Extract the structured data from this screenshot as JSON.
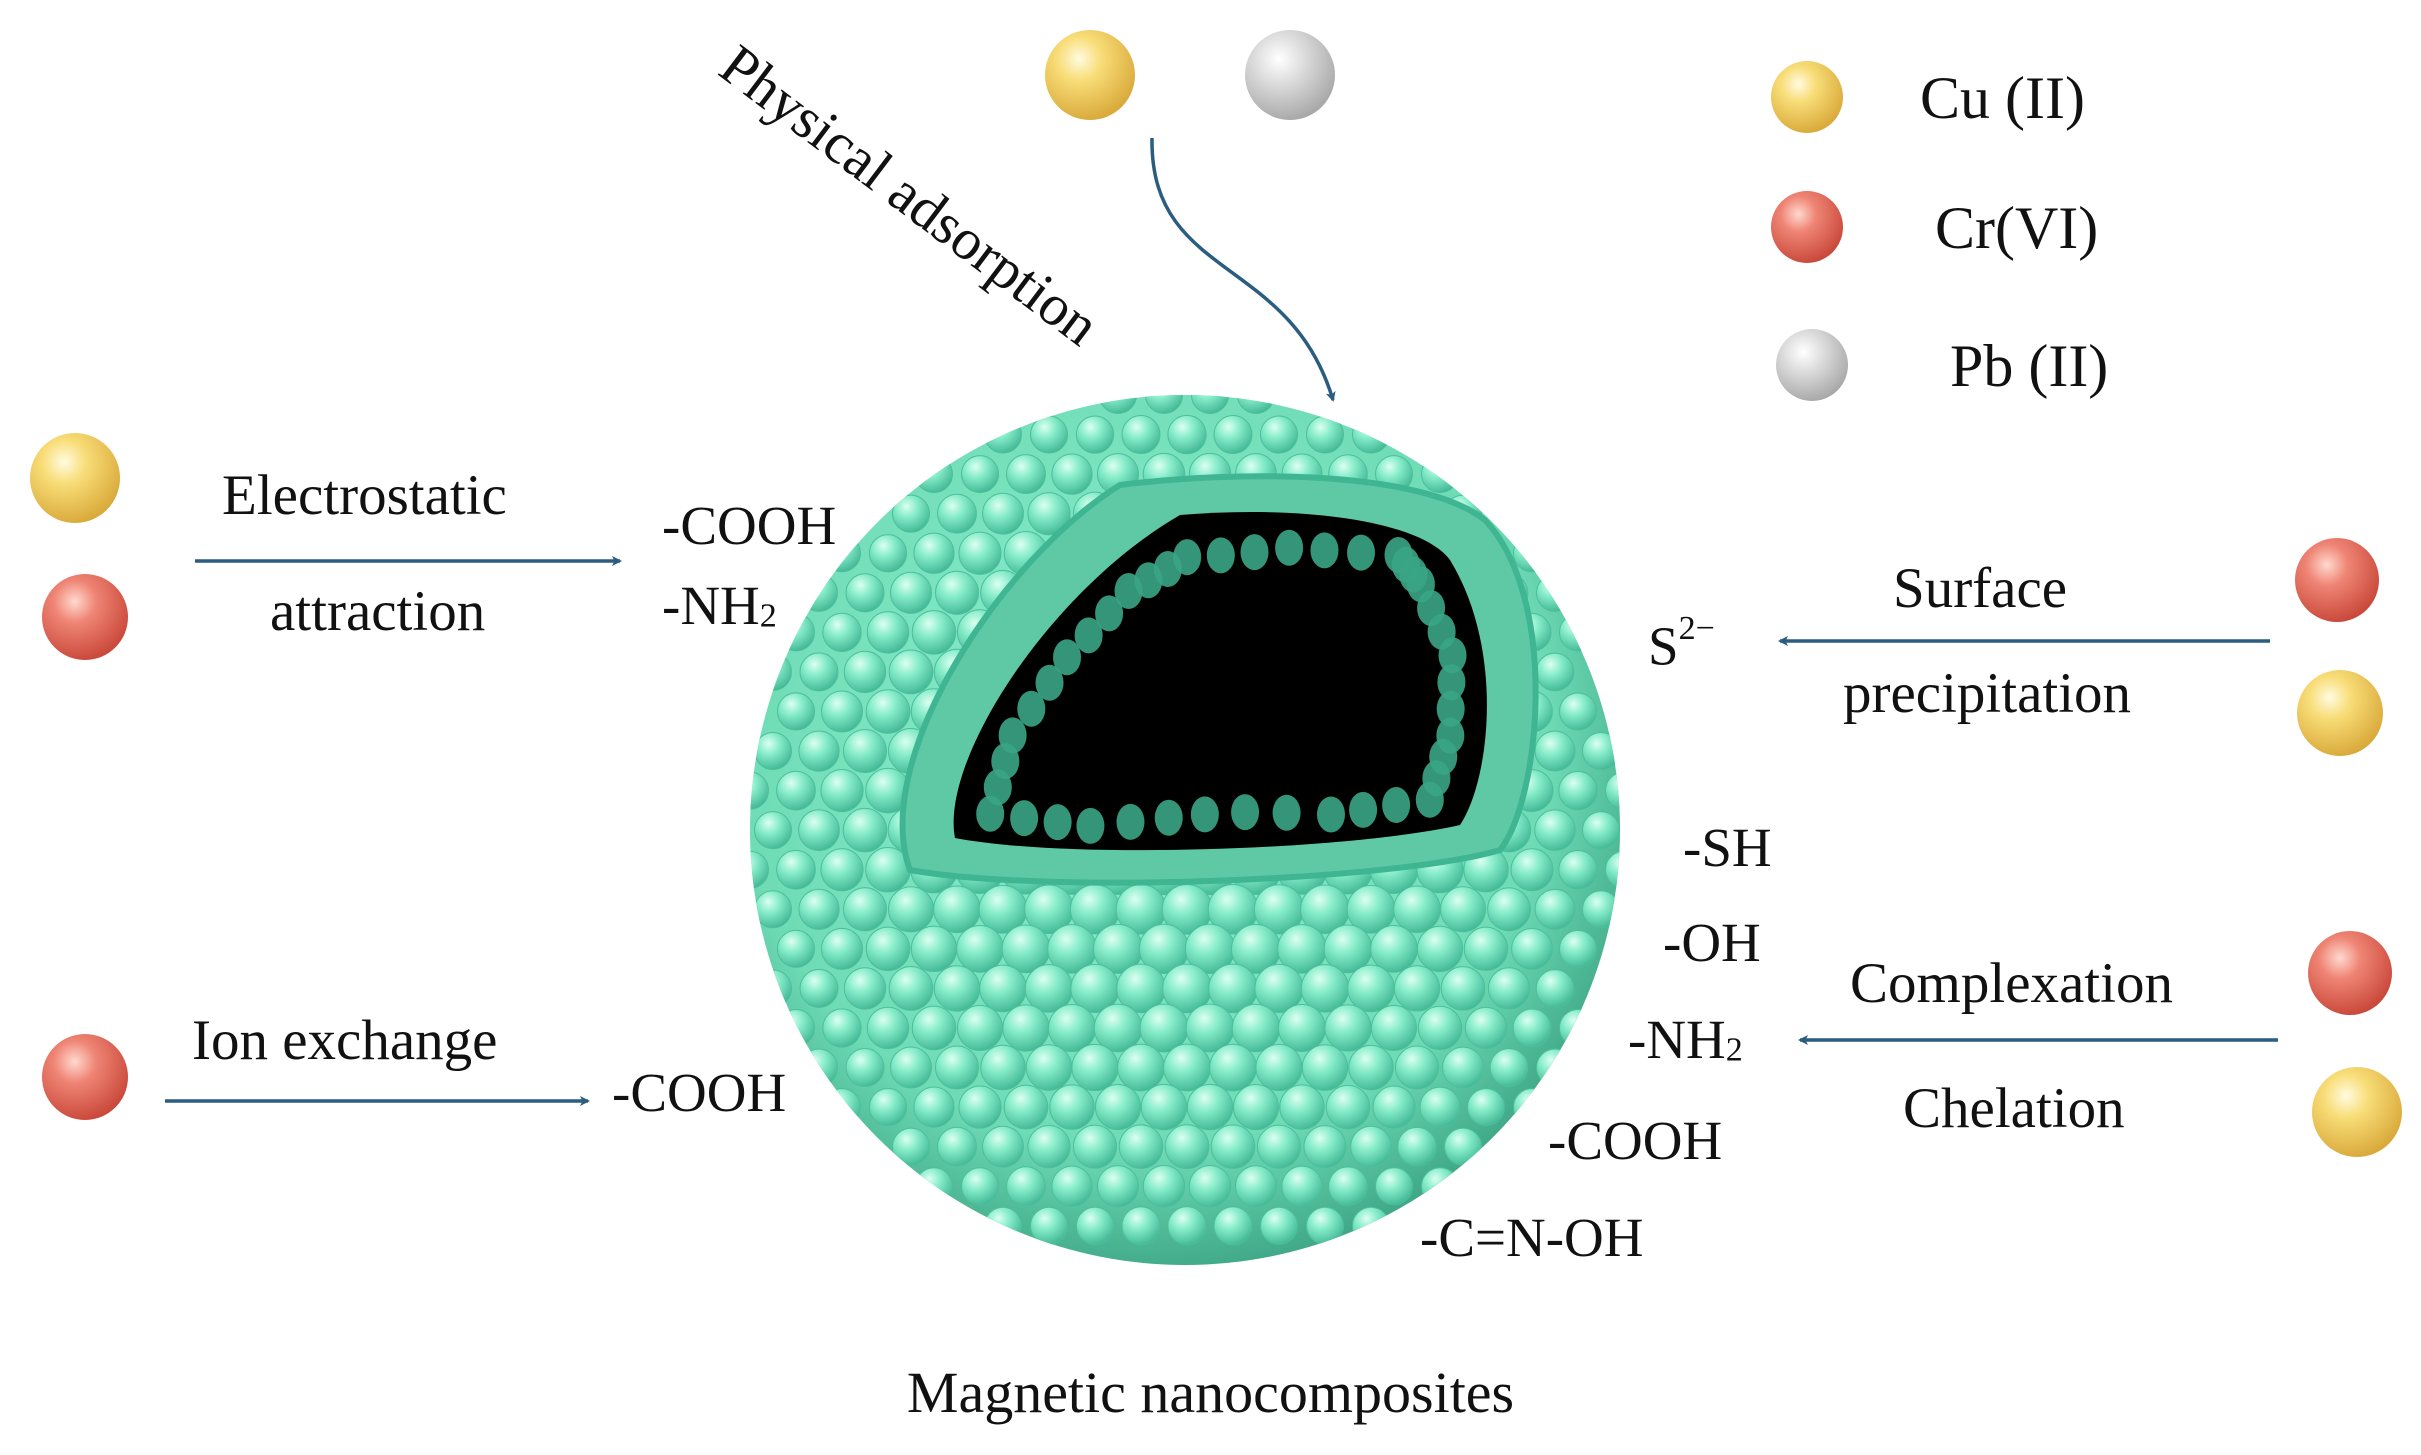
{
  "legend": [
    {
      "label": "Cu (II)",
      "color": "#f5d468"
    },
    {
      "label": "Cr(VI)",
      "color": "#ee7a6a"
    },
    {
      "label": "Pb (II)",
      "color": "#d9d9d9"
    }
  ],
  "mechanisms": {
    "physical": "Physical adsorption",
    "electrostatic": [
      "Electrostatic",
      "attraction"
    ],
    "surface": [
      "Surface",
      "precipitation"
    ],
    "ion_exchange": "Ion exchange",
    "complexation": [
      "Complexation",
      "Chelation"
    ]
  },
  "groups": {
    "electrostatic": [
      "-COOH",
      "-NH"
    ],
    "ion_exchange": "-COOH",
    "surface": "S",
    "complexation": [
      "-SH",
      "-OH",
      "-NH",
      "-COOH",
      "-C=N-OH"
    ]
  },
  "subscripts": {
    "nh2": "2"
  },
  "superscripts": {
    "sulfide": "2−"
  },
  "caption": "Magnetic nanocomposites",
  "colors": {
    "shell": "#7fe8c4",
    "shell_dark": "#3fb592",
    "core": "#000000",
    "arrow": "#2a5d7f"
  }
}
